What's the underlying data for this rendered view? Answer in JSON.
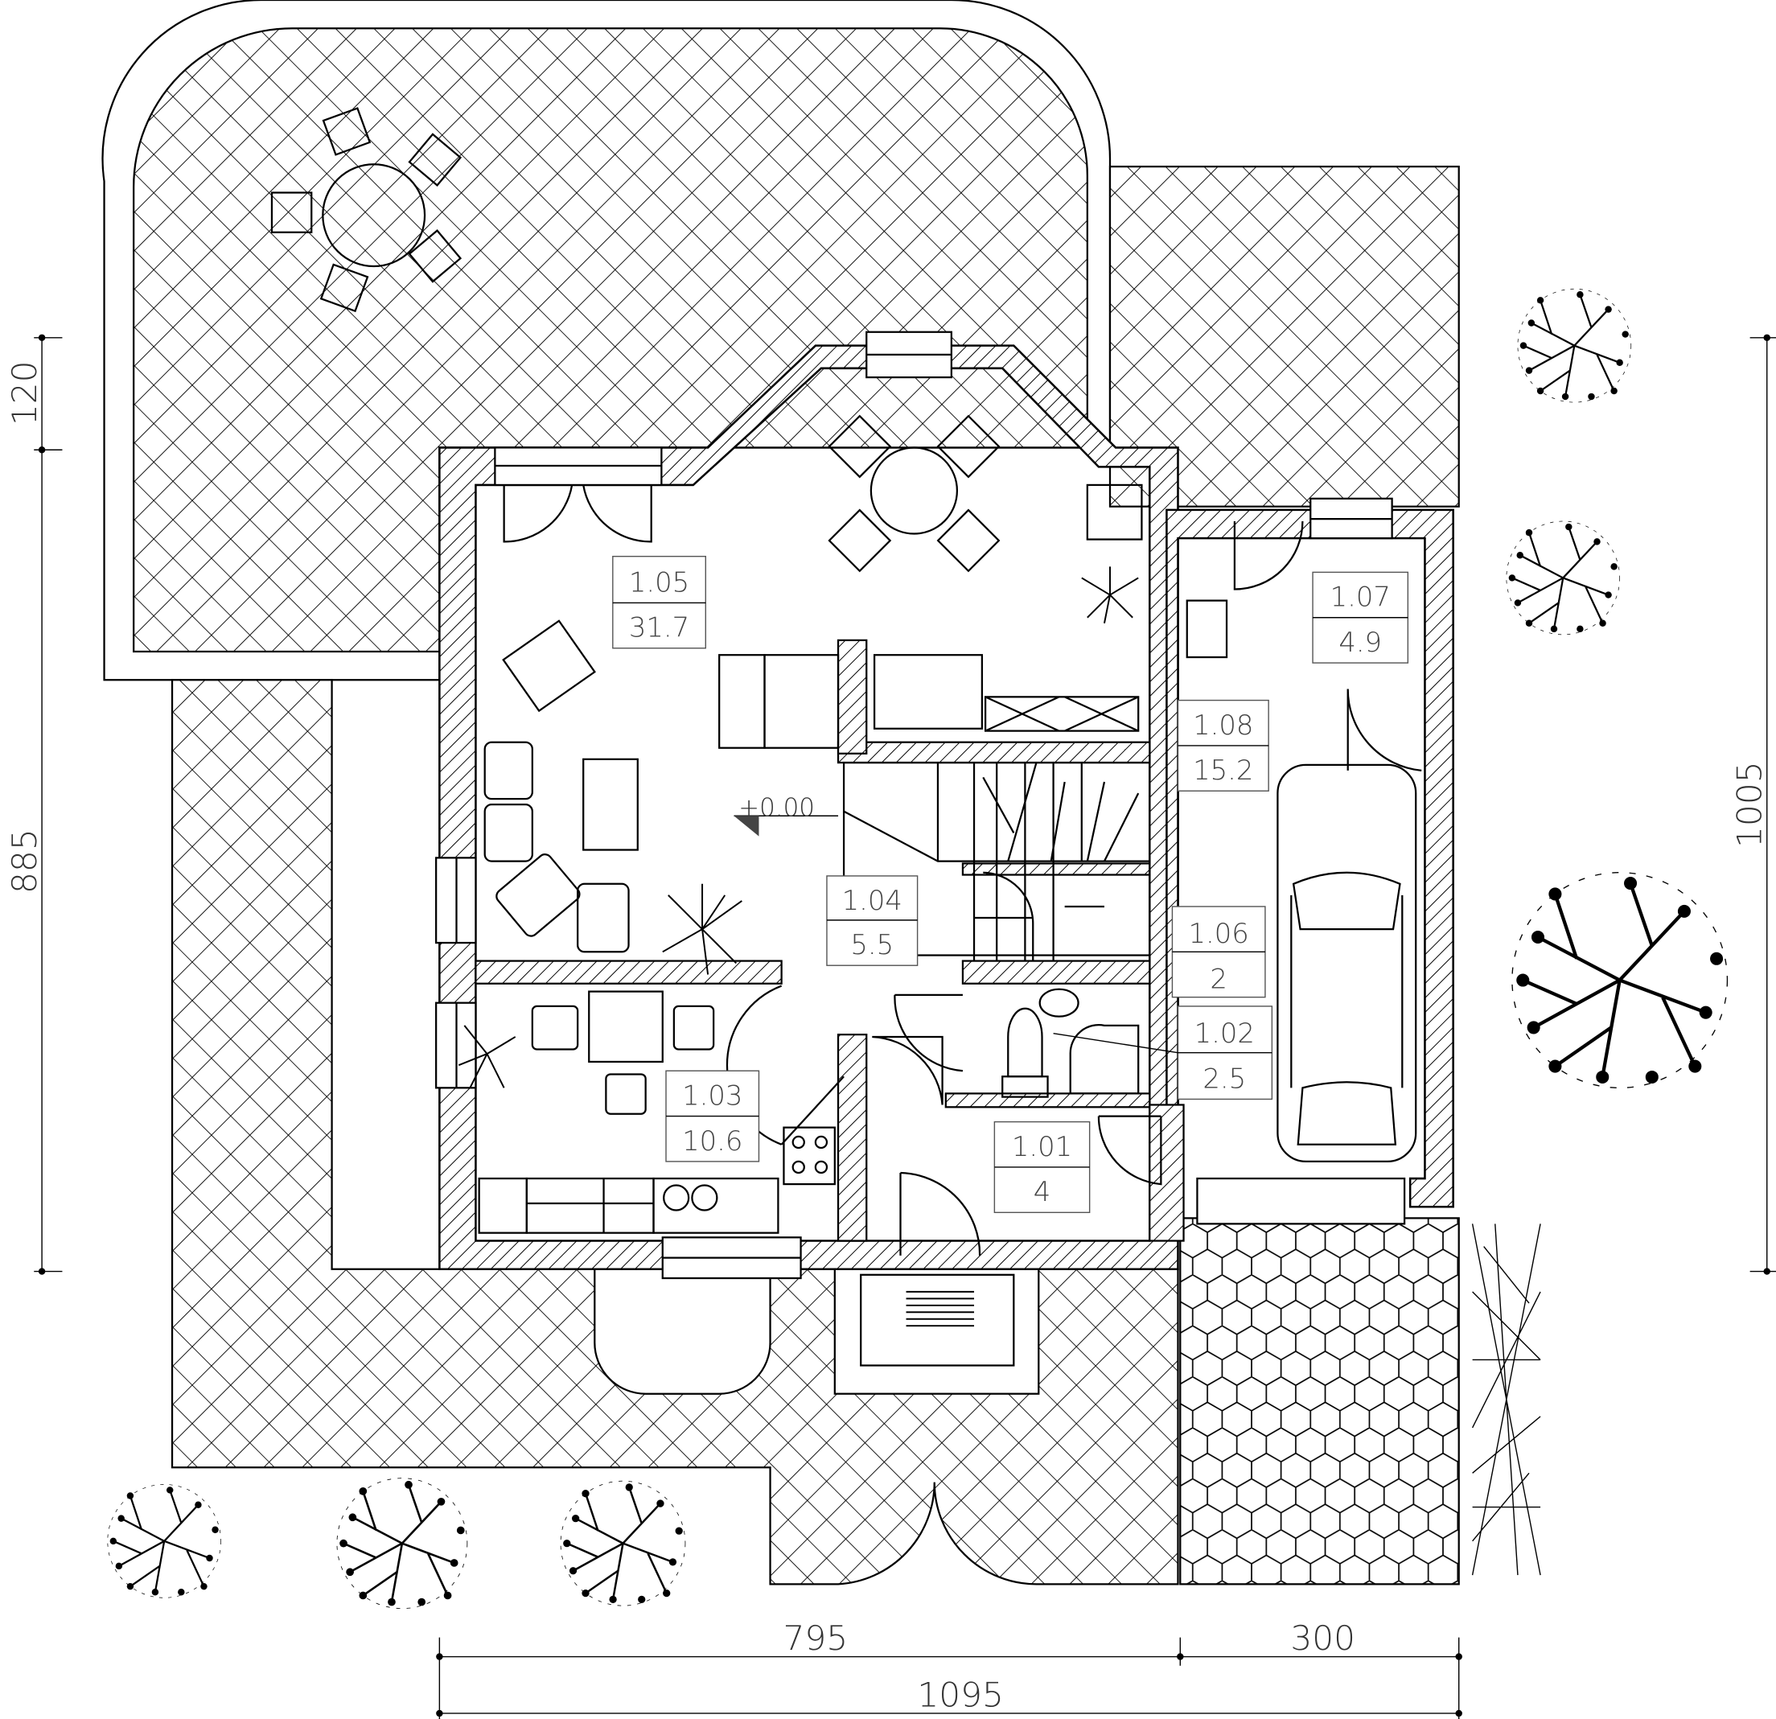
{
  "rooms": [
    {
      "number": "1.01",
      "area": "4"
    },
    {
      "number": "1.02",
      "area": "2.5"
    },
    {
      "number": "1.03",
      "area": "10.6"
    },
    {
      "number": "1.04",
      "area": "5.5"
    },
    {
      "number": "1.05",
      "area": "31.7"
    },
    {
      "number": "1.06",
      "area": "2"
    },
    {
      "number": "1.07",
      "area": "4.9"
    },
    {
      "number": "1.08",
      "area": "15.2"
    }
  ],
  "elevation": "+0.00",
  "dimensions": {
    "left_top": "120",
    "left_main": "885",
    "right": "1005",
    "bottom_house": "795",
    "bottom_garage": "300",
    "bottom_total": "1095"
  },
  "colors": {
    "line": "#000000",
    "background": "#ffffff"
  }
}
